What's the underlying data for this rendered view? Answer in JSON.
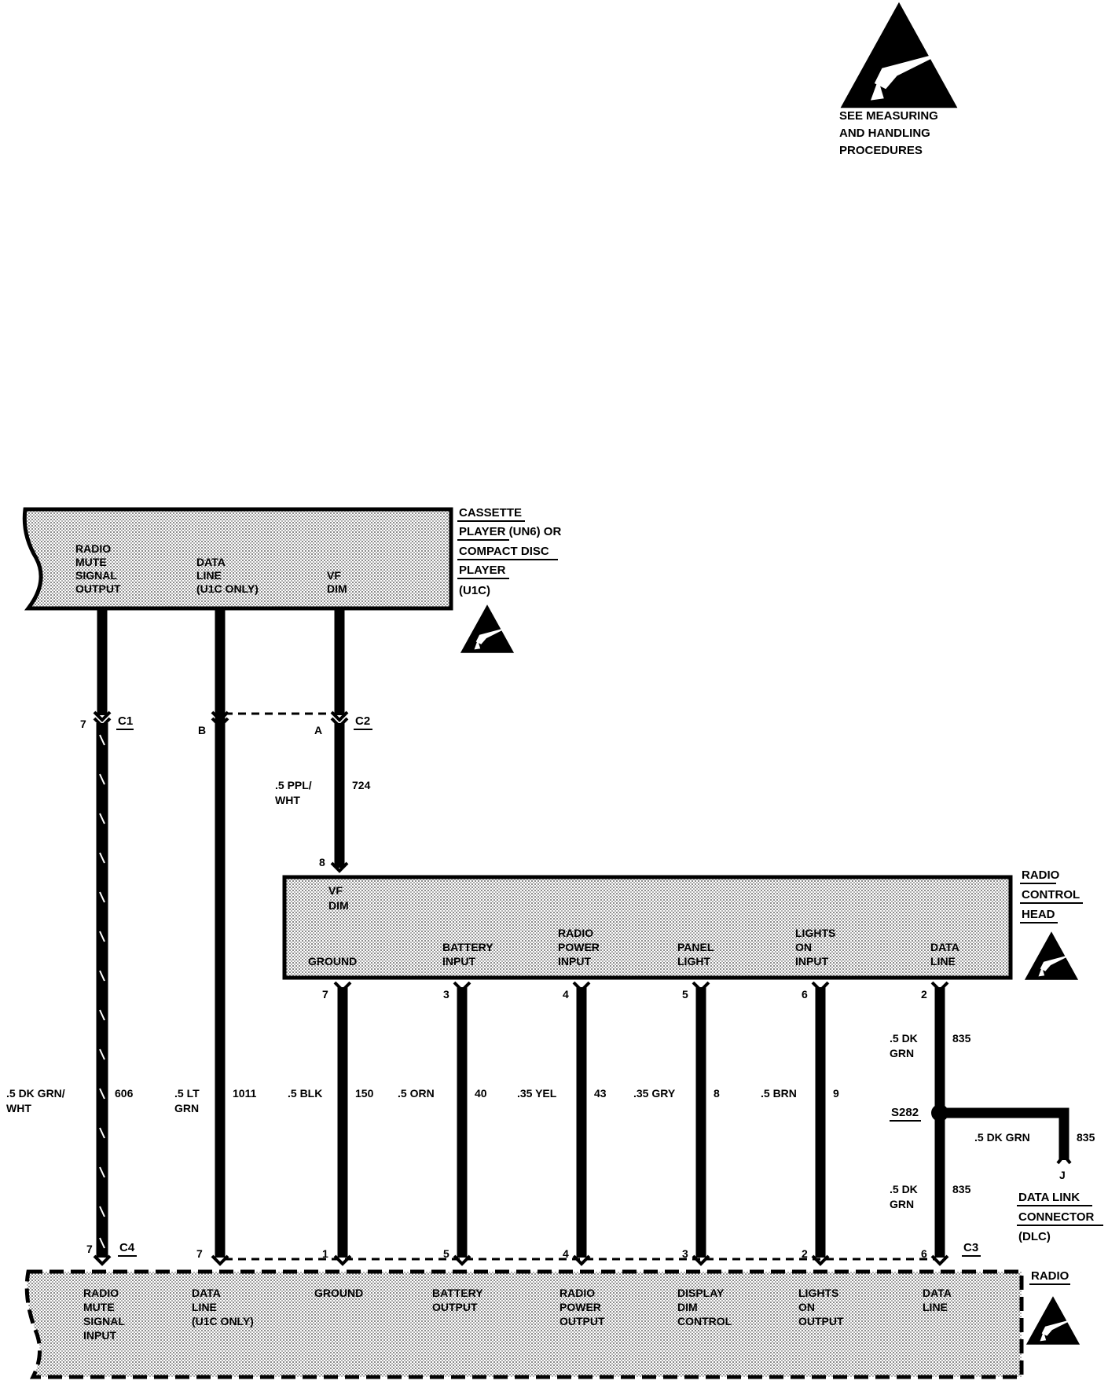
{
  "esd_note": {
    "line1": "SEE MEASURING",
    "line2": "AND HANDLING",
    "line3": "PROCEDURES"
  },
  "cassette": {
    "name_l1": "CASSETTE",
    "name_l2": "PLAYER (UN6) OR",
    "name_l3": "COMPACT DISC",
    "name_l4": "PLAYER",
    "name_l5": "(U1C)",
    "pin_mute": [
      "RADIO",
      "MUTE",
      "SIGNAL",
      "OUTPUT"
    ],
    "pin_data": [
      "DATA",
      "LINE",
      "(U1C ONLY)"
    ],
    "pin_vf": [
      "VF",
      "DIM"
    ]
  },
  "connectors": {
    "c1": "C1",
    "c1_pin": "7",
    "c2": "C2",
    "c2_pin_b": "B",
    "c2_pin_a": "A",
    "c3": "C3",
    "c4": "C4",
    "head_pin_vf": "8"
  },
  "wire_724": {
    "color_l1": ".5 PPL/",
    "color_l2": "WHT",
    "circuit": "724"
  },
  "control_head": {
    "name_l1": "RADIO",
    "name_l2": "CONTROL",
    "name_l3": "HEAD",
    "vf": [
      "VF",
      "DIM"
    ],
    "ground": "GROUND",
    "battery": [
      "BATTERY",
      "INPUT"
    ],
    "radio_power": [
      "RADIO",
      "POWER",
      "INPUT"
    ],
    "panel": [
      "PANEL",
      "LIGHT"
    ],
    "lights": [
      "LIGHTS",
      "ON",
      "INPUT"
    ],
    "data": [
      "DATA",
      "LINE"
    ],
    "pins": [
      "7",
      "3",
      "4",
      "5",
      "6",
      "2"
    ]
  },
  "wires": {
    "w606": {
      "color_l1": ".5 DK GRN/",
      "color_l2": "WHT",
      "circuit": "606"
    },
    "w1011": {
      "color_l1": ".5 LT",
      "color_l2": "GRN",
      "circuit": "1011"
    },
    "w150": {
      "color": ".5 BLK",
      "circuit": "150"
    },
    "w40": {
      "color": ".5 ORN",
      "circuit": "40"
    },
    "w43": {
      "color": ".35 YEL",
      "circuit": "43"
    },
    "w8": {
      "color": ".35 GRY",
      "circuit": "8"
    },
    "w9": {
      "color": ".5 BRN",
      "circuit": "9"
    },
    "w835_top": {
      "color_l1": ".5 DK",
      "color_l2": "GRN",
      "circuit": "835"
    },
    "w835_bot": {
      "color_l1": ".5 DK",
      "color_l2": "GRN",
      "circuit": "835"
    },
    "w835_dlc": {
      "color": ".5 DK GRN",
      "circuit": "835"
    }
  },
  "splice": "S282",
  "dlc": {
    "pin": "J",
    "name_l1": "DATA LINK",
    "name_l2": "CONNECTOR",
    "name_l3": "(DLC)"
  },
  "radio": {
    "name": "RADIO",
    "pins": [
      "7",
      "7",
      "1",
      "5",
      "4",
      "3",
      "2",
      "6"
    ],
    "mute": [
      "RADIO",
      "MUTE",
      "SIGNAL",
      "INPUT"
    ],
    "data": [
      "DATA",
      "LINE",
      "(U1C ONLY)"
    ],
    "ground": "GROUND",
    "battery": [
      "BATTERY",
      "OUTPUT"
    ],
    "power": [
      "RADIO",
      "POWER",
      "OUTPUT"
    ],
    "dim": [
      "DISPLAY",
      "DIM",
      "CONTROL"
    ],
    "lights": [
      "LIGHTS",
      "ON",
      "OUTPUT"
    ],
    "dataline": [
      "DATA",
      "LINE"
    ]
  }
}
